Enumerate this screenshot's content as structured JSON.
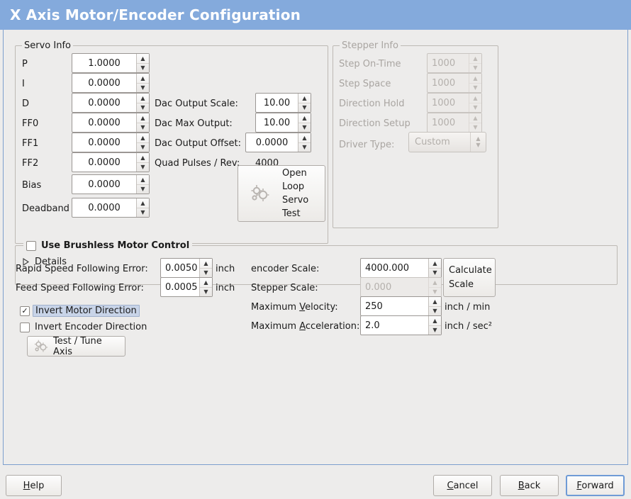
{
  "window": {
    "title": "X Axis Motor/Encoder Configuration",
    "title_bar_color": "#84aadc",
    "background_color": "#edeceb",
    "accent_color": "#6f9bd6"
  },
  "servo_info": {
    "legend": "Servo Info",
    "fields": [
      {
        "label": "P",
        "value": "1.0000"
      },
      {
        "label": "I",
        "value": "0.0000"
      },
      {
        "label": "D",
        "value": "0.0000"
      },
      {
        "label": "FF0",
        "value": "0.0000"
      },
      {
        "label": "FF1",
        "value": "0.0000"
      },
      {
        "label": "FF2",
        "value": "0.0000"
      },
      {
        "label": "Bias",
        "value": "0.0000"
      },
      {
        "label": "Deadband",
        "value": "0.0000"
      }
    ],
    "dac": [
      {
        "label": "Dac Output Scale:",
        "value": "10.00"
      },
      {
        "label": "Dac Max Output:",
        "value": "10.00"
      },
      {
        "label": "Dac Output Offset:",
        "value": "0.0000"
      }
    ],
    "quad_pulses_label": "Quad Pulses / Rev:",
    "quad_pulses_value": "4000",
    "open_loop_button": {
      "line1": "Open",
      "line2": "Loop",
      "line3": "Servo",
      "line4": "Test",
      "icon": "gears-icon"
    }
  },
  "stepper_info": {
    "legend": "Stepper Info",
    "enabled": false,
    "fields": [
      {
        "label": "Step On-Time",
        "value": "1000"
      },
      {
        "label": "Step Space",
        "value": "1000"
      },
      {
        "label": "Direction Hold",
        "value": "1000"
      },
      {
        "label": "Direction Setup",
        "value": "1000"
      }
    ],
    "driver_type_label": "Driver Type:",
    "driver_type_value": "Custom"
  },
  "brushless": {
    "checkbox_label": "Use Brushless Motor Control",
    "checked": false,
    "details_label": "Details",
    "details_expanded": false
  },
  "following_error": {
    "rapid_label": "Rapid Speed Following Error:",
    "rapid_value": "0.0050",
    "rapid_unit": "inch",
    "feed_label": "Feed Speed Following Error:",
    "feed_value": "0.0005",
    "feed_unit": "inch"
  },
  "direction": {
    "invert_motor_label": "Invert Motor Direction",
    "invert_motor_checked": true,
    "invert_motor_focused": true,
    "invert_encoder_label": "Invert Encoder Direction",
    "invert_encoder_checked": false,
    "test_tune_button": "Test / Tune Axis",
    "test_tune_icon": "gears-icon"
  },
  "scaling": {
    "encoder_scale_label": "encoder Scale:",
    "encoder_scale_value": "4000.000",
    "stepper_scale_label": "Stepper Scale:",
    "stepper_scale_value": "0.000",
    "stepper_scale_enabled": false,
    "calculate_button_line1": "Calculate",
    "calculate_button_line2": "Scale",
    "max_velocity_label_pre": "Maximum ",
    "max_velocity_label_mnem": "V",
    "max_velocity_label_post": "elocity:",
    "max_velocity_value": "250",
    "max_velocity_unit": "inch / min",
    "max_accel_label_pre": "Maximum ",
    "max_accel_label_mnem": "A",
    "max_accel_label_post": "cceleration:",
    "max_accel_value": "2.0",
    "max_accel_unit": "inch / sec²"
  },
  "footer": {
    "help_mnem": "H",
    "help_rest": "elp",
    "cancel_mnem": "C",
    "cancel_rest": "ancel",
    "back_mnem": "B",
    "back_rest": "ack",
    "forward_mnem": "F",
    "forward_rest": "orward"
  }
}
